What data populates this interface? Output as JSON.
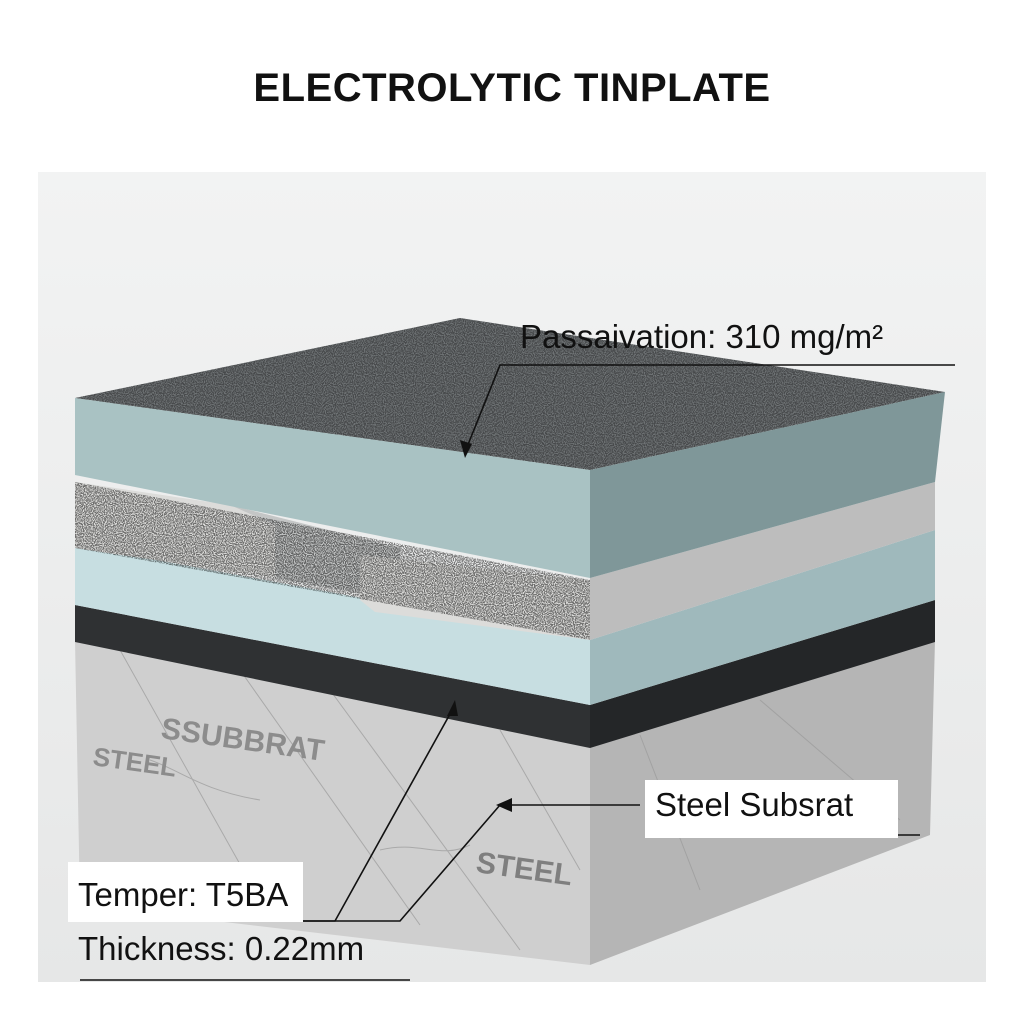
{
  "title": "ELECTROLYTIC TINPLATE",
  "labels": {
    "passivation": "Passaivation: 310 mg/m²",
    "steel_substrate": "Steel Subsrat",
    "temper": "Temper: T5BA",
    "thickness": "Thickness: 0.22mm"
  },
  "embossed": {
    "substrate_word": "SSUBBRAT",
    "steel_left": "STEEL",
    "steel_right": "STEEL"
  },
  "colors": {
    "top_layer": "#a9c2c3",
    "top_face": "#6e7274",
    "tin_layer": "#d8d8d6",
    "light_blue_layer": "#c7dee1",
    "dark_layer": "#2f3133",
    "steel": "#c9c9c9"
  }
}
